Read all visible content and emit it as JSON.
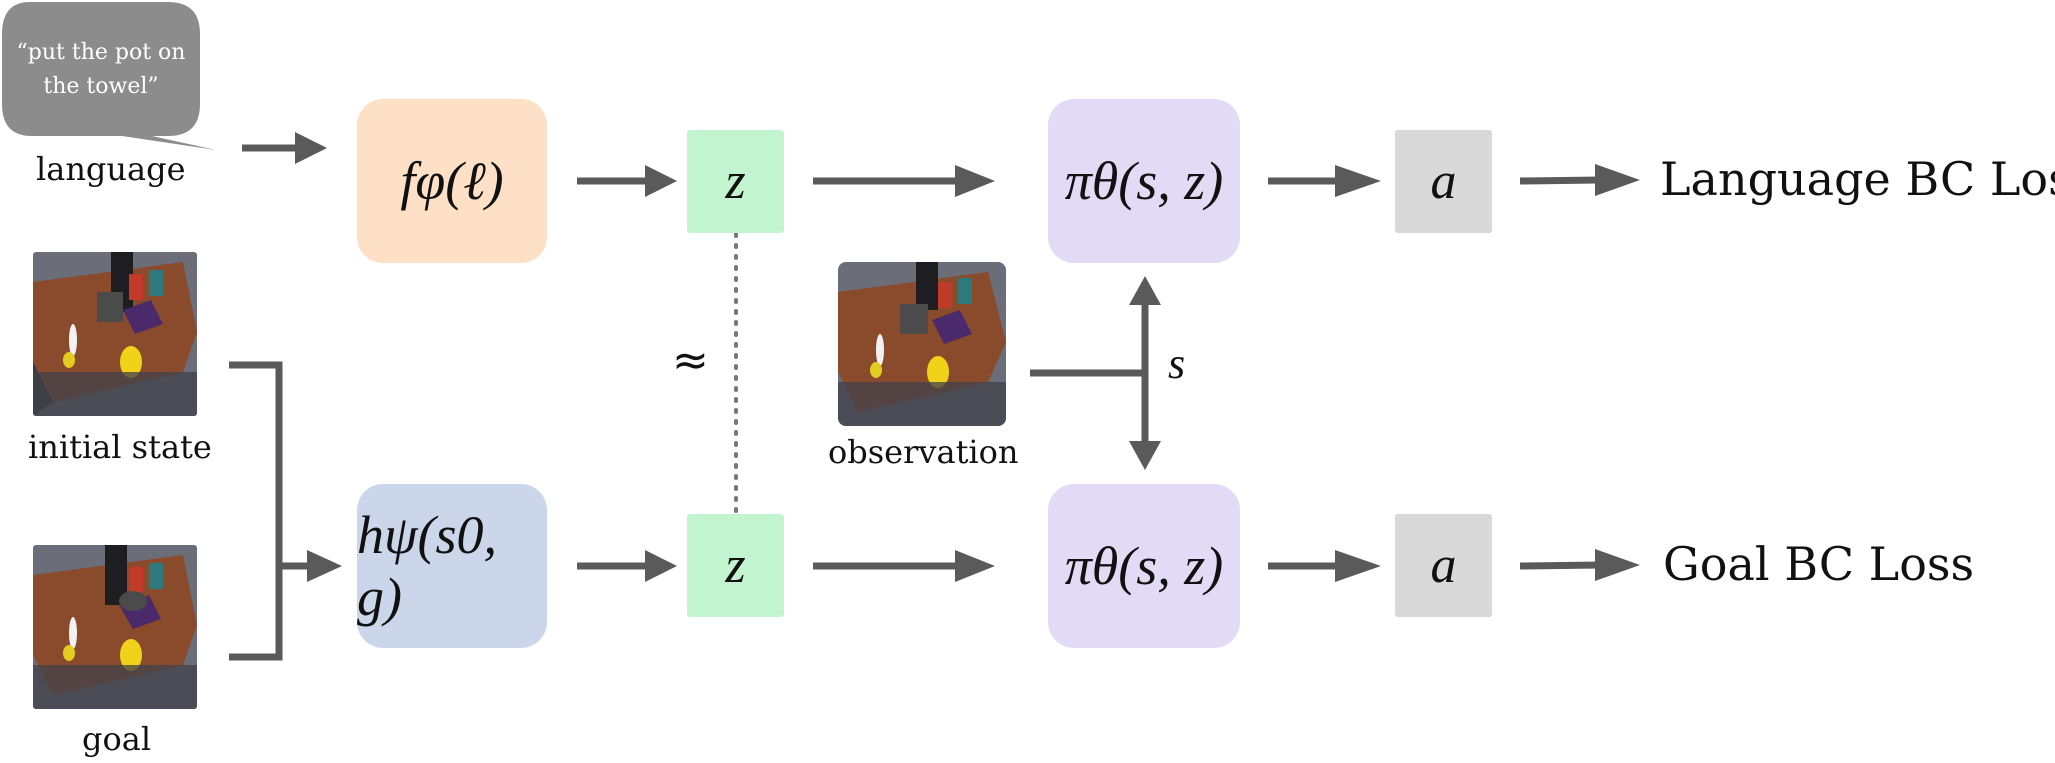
{
  "inputs": {
    "speech_bubble_line1": "“put the pot on",
    "speech_bubble_line2": "the towel”",
    "language_label": "language",
    "initial_state_label": "initial state",
    "goal_label": "goal",
    "observation_label": "observation"
  },
  "encoders": {
    "language_encoder": "fφ(ℓ)",
    "goal_encoder": "hψ(s0, g)"
  },
  "latents": {
    "top_latent": "z",
    "bottom_latent": "z",
    "approx_symbol": "≈"
  },
  "policies": {
    "top_policy": "πθ(s, z)",
    "bottom_policy": "πθ(s, z)",
    "state_symbol": "s"
  },
  "actions": {
    "top_action": "a",
    "bottom_action": "a"
  },
  "losses": {
    "language_loss": "Language BC Loss",
    "goal_loss": "Goal BC Loss"
  },
  "colors": {
    "encoder_language": "#fde0c5",
    "encoder_goal": "#ccd6ea",
    "latent": "#c2f5cf",
    "policy": "#e3dbf6",
    "action": "#d9d9d9",
    "arrow": "#5a5a5a",
    "bubble": "#8c8c8c"
  }
}
